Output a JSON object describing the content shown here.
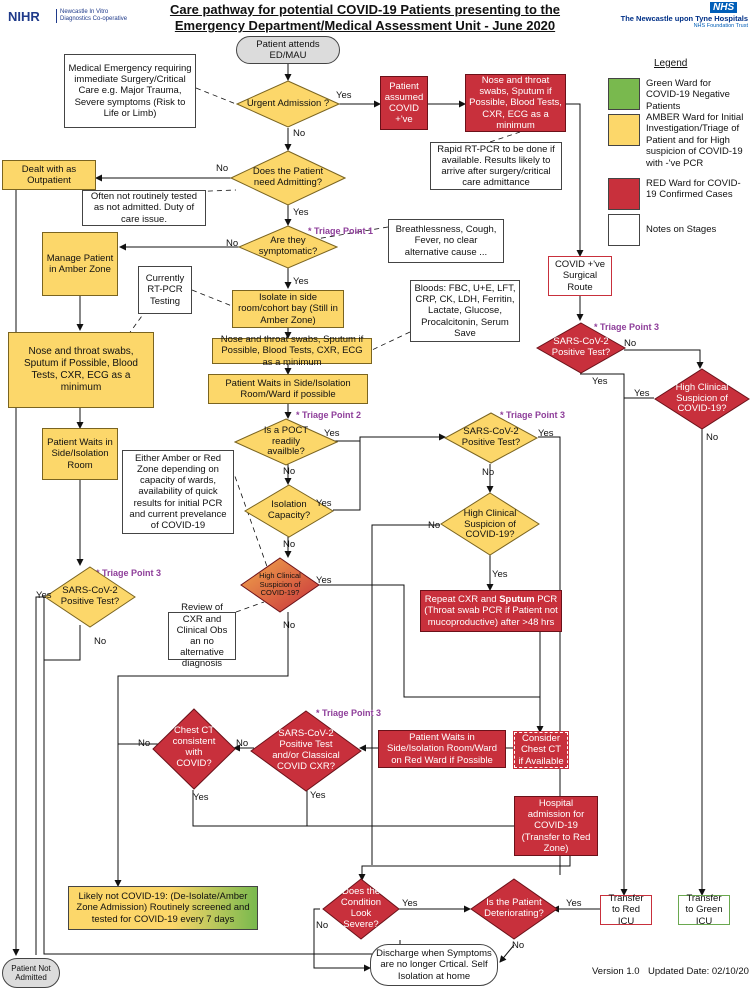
{
  "header": {
    "title_line1": "Care pathway for  potential COVID-19 Patients presenting to the",
    "title_line2": "Emergency Department/Medical Assessment Unit - June 2020",
    "nihr_logo": "NIHR",
    "nihr_sub": "Newcastle In Vitro Diagnostics Co-operative",
    "nhs_badge": "NHS",
    "trust_name": "The Newcastle upon Tyne Hospitals",
    "trust_sub": "NHS Foundation Trust"
  },
  "legend": {
    "title": "Legend",
    "items": [
      {
        "color": "#79b94e",
        "text": "Green Ward for COVID-19 Negative Patients"
      },
      {
        "color": "#fcd76a",
        "text": "AMBER Ward for Initial Investigation/Triage of Patient and for High suspicion of COVID-19 with -'ve PCR"
      },
      {
        "color": "#c8303c",
        "text": "RED Ward for COVID-19 Confirmed Cases"
      },
      {
        "color": "#ffffff",
        "text": "Notes on Stages"
      }
    ]
  },
  "nodes": {
    "patient_attends": "Patient attends ED/MAU",
    "medical_emergency": "Medical Emergency requiring immediate Surgery/Critical Care e.g. Major Trauma, Severe symptoms (Risk to Life or Limb)",
    "urgent_admission": "Urgent Admission ?",
    "patient_assumed": "Patient assumed COVID +'ve",
    "swabs_red_top": "Nose and throat swabs, Sputum if Possible, Blood Tests, CXR, ECG as a minimum",
    "rapid_rt_pcr": "Rapid RT-PCR to be done if available. Results likely to arrive after surgery/critical care admittance",
    "need_admitting": "Does the Patient need Admitting?",
    "dealt_outpatient": "Dealt with as Outpatient",
    "often_not": "Often not routinely tested as not admitted. Duty of care issue.",
    "symptomatic": "Are they symptomatic?",
    "breathlessness": "Breathlessness, Cough, Fever, no clear alternative cause ...",
    "manage_amber": "Manage Patient in Amber Zone",
    "currently_rtpcr": "Currently RT-PCR Testing",
    "isolate_side": "Isolate in side room/cohort bay (Still in Amber Zone)",
    "bloods": "Bloods: FBC, U+E, LFT, CRP, CK, LDH, Ferritin, Lactate, Glucose, Procalcitonin, Serum Save",
    "swabs_centre": "Nose and throat swabs, Sputum if Possible, Blood Tests, CXR, ECG as a minimum",
    "swabs_left": "Nose and throat swabs, Sputum if Possible, Blood Tests, CXR, ECG as a minimum",
    "waits_side_centre": "Patient Waits in Side/Isolation Room/Ward if possible",
    "waits_side_left": "Patient Waits in Side/Isolation Room",
    "poct": "Is a POCT readily availble?",
    "either_amber": "Either Amber or Red Zone depending on capacity of wards, availability of quick results for initial PCR and current prevelance of COVID-19",
    "isolation_capacity": "Isolation Capacity?",
    "sars_mid": "SARS-CoV-2 Positive Test?",
    "high_clin_mid": "High Clinical Suspicion of COVID-19?",
    "high_clin_orange": "High Clinical Suspicion of COVID-19?",
    "review_cxr": "Review of CXR and Clinical Obs an no alternative diagnosis",
    "sars_left": "SARS-CoV-2 Positive Test?",
    "repeat_cxr_pre": "Repeat CXR and ",
    "repeat_cxr_bold": "Sputum",
    "repeat_cxr_post": " PCR (Throat swab PCR if Patient not mucoproductive) after >48 hrs",
    "covid_surgical": "COVID +'ve Surgical Route",
    "sars_right": "SARS-CoV-2 Positive Test?",
    "high_clin_right": "High Clinical Suspicion of COVID-19?",
    "chest_ct": "Chest CT consistent with COVID?",
    "sars_classical": "SARS-CoV-2 Positive Test and/or Classical COVID CXR?",
    "waits_red": "Patient Waits in Side/Isolation Room/Ward on Red Ward if Possible",
    "consider_ct": "Consider Chest CT if Available",
    "hospital_admission": "Hospital admission for COVID-19 (Transfer to Red Zone)",
    "likely_not": "Likely not COVID-19:  (De-Isolate/Amber Zone Admission) Routinely screened and tested for COVID-19 every 7 days",
    "condition_severe": "Does the Condition Look Severe?",
    "deteriorating": "Is the Patient Deteriorating?",
    "transfer_red_icu": "Transfer to Red ICU",
    "transfer_green_icu": "Transfer to Green ICU",
    "discharge": "Discharge when Symptoms are no longer Crtical. Self Isolation at home",
    "patient_not_admitted": "Patient Not Admitted"
  },
  "triage": {
    "tp1": "* Triage Point 1",
    "tp2": "* Triage Point 2",
    "tp3a": "* Triage Point 3",
    "tp3b": "* Triage Point 3",
    "tp3c": "* Triage Point 3",
    "tp3d": "* Triage Point 3"
  },
  "labels": {
    "yes": "Yes",
    "no": "No"
  },
  "footer": {
    "version": "Version 1.0",
    "updated": "Updated Date: 02/10/20"
  }
}
